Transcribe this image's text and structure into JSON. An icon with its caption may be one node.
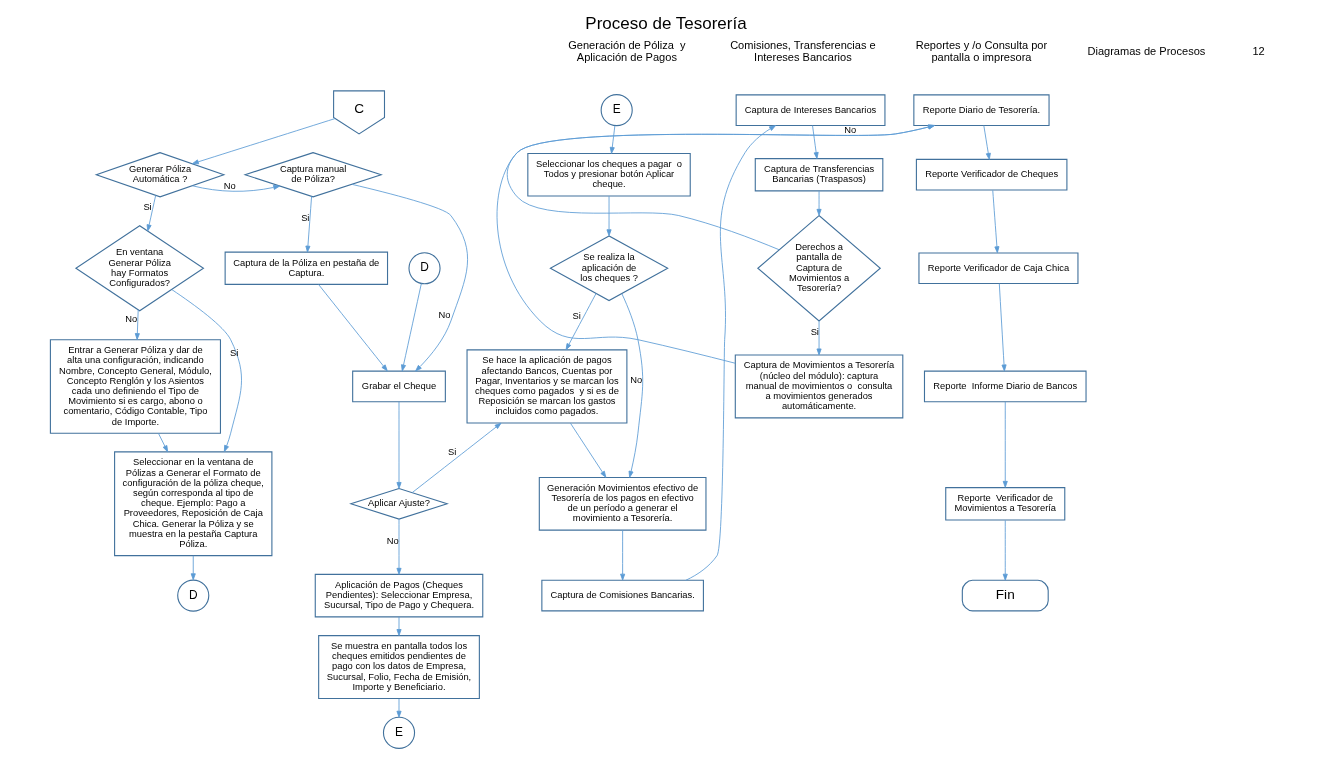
{
  "diagram": {
    "title": "Proceso de Tesorería",
    "nodes": [
      {
        "text": [
          "C"
        ]
      },
      {
        "text": [
          "Generar Póliza Automática ?"
        ]
      },
      {
        "text": [
          "En ventana Generar Póliza hay Formatos Configurados?"
        ]
      },
      {
        "text": [
          "Entrar a Generar Póliza y dar de alta una configuración, indicando Nombre, Concepto General, Módulo, Concepto Renglón y los Asientos cada uno definiendo el Tipo de Movimiento si es cargo, abono o comentario, Código Contable, Tipo de Importe."
        ]
      },
      {
        "text": [
          "Seleccionar en la ventana de Pólizas a Generar el Formato de configuración de la póliza cheque, según corresponda al tipo de cheque. Ejemplo: Pago a Proveedores, Reposición de Caja Chica. Generar la Póliza y se muestra en la pestaña Captura Póliza."
        ]
      },
      {
        "text": [
          "D"
        ]
      },
      {
        "text": [
          "Captura manual de Póliza?"
        ]
      },
      {
        "text": [
          "Captura de la Póliza en pestaña de Captura."
        ]
      },
      {
        "text": [
          "D"
        ]
      },
      {
        "text": [
          "Grabar el Cheque"
        ]
      },
      {
        "text": [
          "Aplicar Ajuste?"
        ]
      },
      {
        "text": [
          "Aplicación de Pagos (Cheques Pendientes): Seleccionar Empresa, Sucursal, Tipo de Pago y Chequera."
        ]
      },
      {
        "text": [
          "Se muestra en pantalla todos los cheques emitidos pendientes de pago con los datos de Empresa, Sucursal, Folio, Fecha de Emisión, Importe y Beneficiario."
        ]
      },
      {
        "text": [
          "E"
        ]
      },
      {
        "text": [
          "E"
        ]
      },
      {
        "text": [
          "Seleccionar los cheques a pagar  o Todos y presionar botón Aplicar cheque."
        ]
      },
      {
        "text": [
          "Se realiza la aplicación de los cheques ?"
        ]
      },
      {
        "text": [
          "Se hace la aplicación de pagos afectando Bancos, Cuentas por Pagar, Inventarios y se marcan los cheques como pagados  y si es de Reposición se marcan los gastos incluidos como pagados."
        ]
      },
      {
        "text": [
          "Generación Movimientos efectivo de Tesorería de los pagos en efectivo de un período a generar el movimiento a Tesorería."
        ]
      },
      {
        "text": [
          "Captura de Comisiones Bancarias."
        ]
      },
      {
        "text": [
          "Captura de Intereses Bancarios"
        ]
      },
      {
        "text": [
          "Captura de Transferencias Bancarias (Traspasos)"
        ]
      },
      {
        "text": [
          "Derechos a pantalla de Captura de Movimientos a Tesorería?"
        ]
      },
      {
        "text": [
          "Captura de Movimientos a Tesorería (núcleo del módulo): captura manual de movimientos o  consulta a movimientos generados automáticamente."
        ]
      },
      {
        "text": [
          "Reporte Diario de Tesorería."
        ]
      },
      {
        "text": [
          "Reporte Verificador de Cheques"
        ]
      },
      {
        "text": [
          "Reporte Verificador de Caja Chica"
        ]
      },
      {
        "text": [
          "Reporte  Informe Diario de Bancos"
        ]
      },
      {
        "text": [
          "Reporte  Verificador de Movimientos a Tesorería"
        ]
      },
      {
        "text": [
          "Fin"
        ]
      }
    ],
    "edges": [
      {
        "from": 0,
        "to": 1,
        "arrow": "to"
      },
      {
        "from": 1,
        "to": 2,
        "arrow": "to",
        "label": "Si"
      },
      {
        "from": 1,
        "to": 6,
        "arrow": "to",
        "label": "No"
      },
      {
        "from": 2,
        "to": 3,
        "arrow": "to",
        "label": "No"
      },
      {
        "from": 2,
        "to": 4,
        "arrow": "to",
        "label": "Si"
      },
      {
        "from": 3,
        "to": 4,
        "arrow": "to"
      },
      {
        "from": 4,
        "to": 5,
        "arrow": "to"
      },
      {
        "from": 6,
        "to": 7,
        "arrow": "to",
        "label": "Si"
      },
      {
        "from": 6,
        "to": 9,
        "arrow": "to",
        "label": "No"
      },
      {
        "from": 7,
        "to": 9,
        "arrow": "to"
      },
      {
        "from": 8,
        "to": 9,
        "arrow": "to"
      },
      {
        "from": 9,
        "to": 10,
        "arrow": "to"
      },
      {
        "from": 10,
        "to": 11,
        "arrow": "to",
        "label": "No"
      },
      {
        "from": 10,
        "to": 17,
        "arrow": "to",
        "label": "Si"
      },
      {
        "from": 11,
        "to": 12,
        "arrow": "to"
      },
      {
        "from": 12,
        "to": 13,
        "arrow": "to"
      },
      {
        "from": 14,
        "to": 15,
        "arrow": "to"
      },
      {
        "from": 15,
        "to": 16,
        "arrow": "to"
      },
      {
        "from": 16,
        "to": 17,
        "arrow": "to",
        "label": "Si"
      },
      {
        "from": 16,
        "to": 18,
        "arrow": "to",
        "label": "No"
      },
      {
        "from": 17,
        "to": 18,
        "arrow": "to"
      },
      {
        "from": 18,
        "to": 19,
        "arrow": "to"
      },
      {
        "from": 19,
        "to": 20,
        "arrow": "to"
      },
      {
        "from": 20,
        "to": 21,
        "arrow": "to"
      },
      {
        "from": 21,
        "to": 22,
        "arrow": "to"
      },
      {
        "from": 22,
        "to": 23,
        "arrow": "to",
        "label": "Si"
      },
      {
        "from": 22,
        "to": 24,
        "arrow": "to",
        "label": "No"
      },
      {
        "from": 23,
        "to": 24,
        "arrow": "to"
      },
      {
        "from": 24,
        "to": 25,
        "arrow": "to"
      },
      {
        "from": 25,
        "to": 26,
        "arrow": "to"
      },
      {
        "from": 26,
        "to": 27,
        "arrow": "to"
      },
      {
        "from": 27,
        "to": 28,
        "arrow": "to"
      },
      {
        "from": 28,
        "to": 29,
        "arrow": "to"
      }
    ],
    "labels": [
      "Generación de Póliza  y Aplicación de Pagos",
      "Comisiones, Transferencias e Intereses Bancarios",
      "Reportes y /o Consulta por pantalla o impresora",
      "Diagramas de Procesos",
      "12"
    ]
  }
}
